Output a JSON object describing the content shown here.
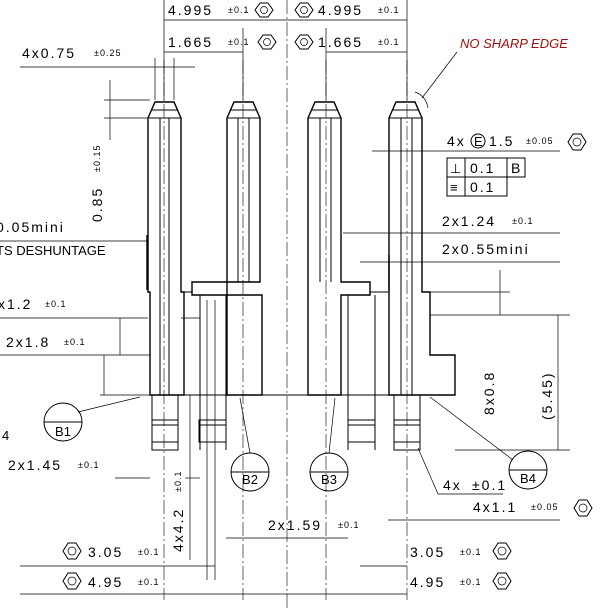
{
  "dimensions": {
    "top_pitch_left": {
      "value": "4.995",
      "tol": "±0.1"
    },
    "top_pitch_right": {
      "value": "4.995",
      "tol": "±0.1"
    },
    "mid_pitch_left": {
      "value": "1.665",
      "tol": "±0.1"
    },
    "mid_pitch_right": {
      "value": "1.665",
      "tol": "±0.1"
    },
    "tip_width": {
      "value": "4x0.75",
      "tol": "±0.25"
    },
    "tip_height": {
      "value": "0.85",
      "tol": "±0.15"
    },
    "left_min": {
      "value": "0.05mini"
    },
    "left_note": {
      "value": "TS DESHUNTAGE"
    },
    "width_1_2": {
      "value": "x1.2",
      "tol": "±0.1"
    },
    "width_1_8": {
      "value": "2x1.8",
      "tol": "±0.1"
    },
    "small_4": {
      "value": "4"
    },
    "width_1_45": {
      "value": "2x1.45",
      "tol": "±0.1"
    },
    "height_4_2": {
      "value": "4x4.2",
      "tol": "±0.1"
    },
    "width_1_59": {
      "value": "2x1.59",
      "tol": "±0.1"
    },
    "bottom_left_1": {
      "value": "3.05",
      "tol": "±0.1"
    },
    "bottom_left_2": {
      "value": "4.95",
      "tol": "±0.1"
    },
    "bottom_right_1": {
      "value": "3.05",
      "tol": "±0.1"
    },
    "bottom_right_2": {
      "value": "4.95",
      "tol": "±0.1"
    },
    "edge_1_5": {
      "value": "4x",
      "glyph": "E",
      "value2": "1.5",
      "tol": "±0.05"
    },
    "width_1_24": {
      "value": "2x1.24",
      "tol": "±0.1"
    },
    "width_0_55": {
      "value": "2x0.55mini"
    },
    "height_0_8": {
      "value": "8x0.8"
    },
    "height_5_45": {
      "value": "(5.45)"
    },
    "angle_note": {
      "value": "4x",
      "tol": "±0.1"
    },
    "width_1_1": {
      "value": "4x1.1",
      "tol": "±0.05"
    }
  },
  "notes": {
    "no_sharp_edge": "NO SHARP EDGE"
  },
  "tolerance_frame": {
    "row1": {
      "symbol": "⊥",
      "value": "0.1",
      "datum": "B"
    },
    "row2": {
      "symbol": "≡",
      "value": "0.1"
    }
  },
  "balloons": [
    "B1",
    "B2",
    "B3",
    "B4"
  ]
}
